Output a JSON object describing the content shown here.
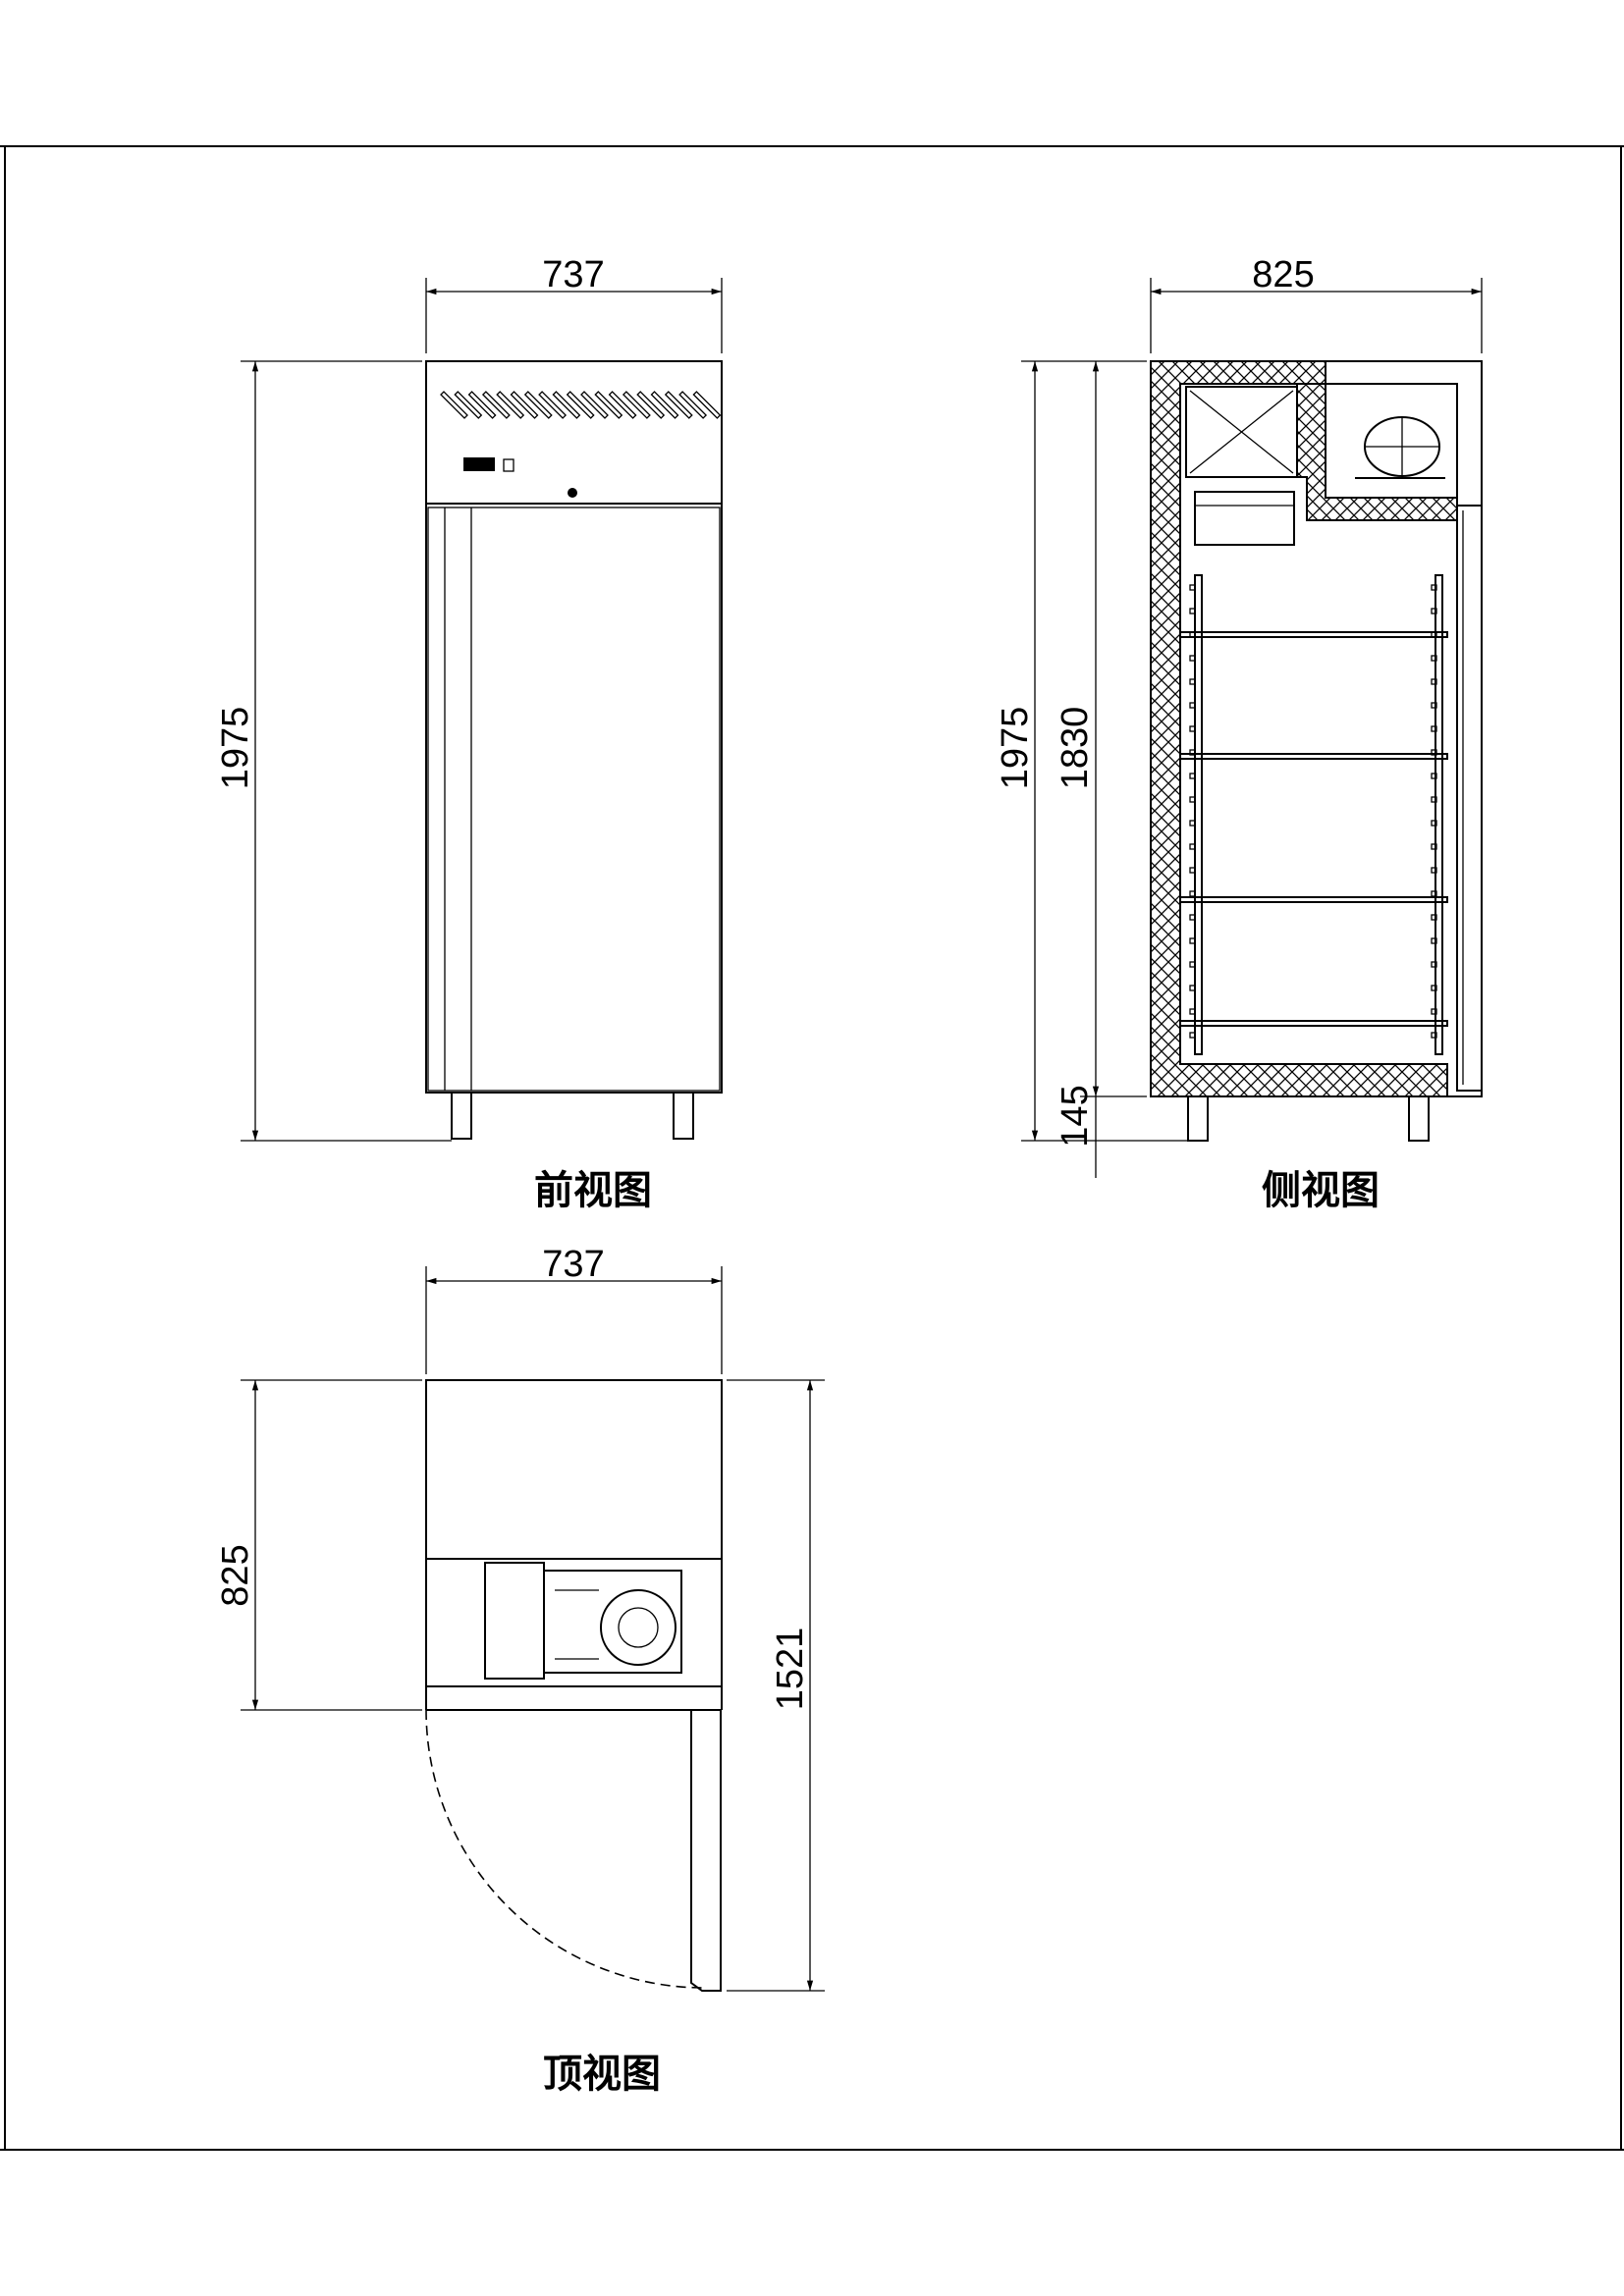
{
  "front_view": {
    "title": "前视图",
    "width_dim": "737",
    "height_dim": "1975"
  },
  "side_view": {
    "title": "侧视图",
    "depth_dim": "825",
    "height_dim": "1975",
    "inner_height_dim": "1830",
    "leg_dim": "145"
  },
  "top_view": {
    "title": "顶视图",
    "width_dim": "737",
    "depth_dim": "825",
    "open_depth_dim": "1521"
  },
  "colors": {
    "line": "#000000",
    "background": "#ffffff"
  }
}
